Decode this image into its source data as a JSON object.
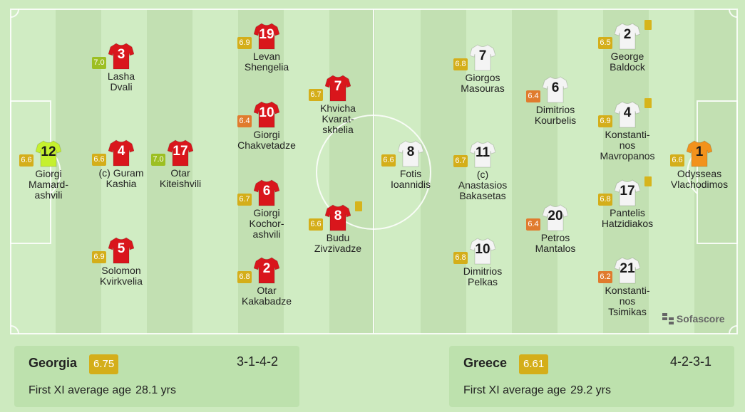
{
  "colors": {
    "georgia_shirt": "#d9161c",
    "georgia_gk_shirt": "#c5f02e",
    "greece_shirt": "#f4f4f4",
    "greece_gk_shirt": "#f2921c",
    "rating_green": "#9cbf22",
    "rating_yellow": "#d4ae1a",
    "rating_orange": "#e07b2e",
    "card_yellow": "#d6b41c"
  },
  "brand": {
    "name": "Sofascore",
    "icon": "sofascore-logo-icon"
  },
  "home": {
    "team": "Georgia",
    "rating": "6.75",
    "formation": "3-1-4-2",
    "age_label": "First XI average age",
    "age_value": "28.1 yrs",
    "players": [
      {
        "number": "12",
        "rating": "6.6",
        "rating_color": "yellow",
        "name": "Giorgi\nMamard-\nashvili",
        "goalkeeper": true,
        "card": false
      },
      {
        "number": "3",
        "rating": "7.0",
        "rating_color": "green",
        "name": "Lasha\nDvali",
        "card": false
      },
      {
        "number": "4",
        "rating": "6.6",
        "rating_color": "yellow",
        "name": "(c) Guram\nKashia",
        "card": false
      },
      {
        "number": "5",
        "rating": "6.9",
        "rating_color": "yellow",
        "name": "Solomon\nKvirkvelia",
        "card": false
      },
      {
        "number": "17",
        "rating": "7.0",
        "rating_color": "green",
        "name": "Otar\nKiteishvili",
        "card": false
      },
      {
        "number": "19",
        "rating": "6.9",
        "rating_color": "yellow",
        "name": "Levan\nShengelia",
        "card": false
      },
      {
        "number": "10",
        "rating": "6.4",
        "rating_color": "orange",
        "name": "Giorgi\nChakvetadze",
        "card": false
      },
      {
        "number": "6",
        "rating": "6.7",
        "rating_color": "yellow",
        "name": "Giorgi\nKochor-\nashvili",
        "card": false
      },
      {
        "number": "2",
        "rating": "6.8",
        "rating_color": "yellow",
        "name": "Otar\nKakabadze",
        "card": false
      },
      {
        "number": "7",
        "rating": "6.7",
        "rating_color": "yellow",
        "name": "Khvicha\nKvarat-\nskhelia",
        "card": false
      },
      {
        "number": "8",
        "rating": "6.6",
        "rating_color": "yellow",
        "name": "Budu\nZivzivadze",
        "card": true
      }
    ]
  },
  "away": {
    "team": "Greece",
    "rating": "6.61",
    "formation": "4-2-3-1",
    "age_label": "First XI average age",
    "age_value": "29.2 yrs",
    "players": [
      {
        "number": "8",
        "rating": "6.6",
        "rating_color": "yellow",
        "name": "Fotis\nIoannidis",
        "card": false
      },
      {
        "number": "7",
        "rating": "6.8",
        "rating_color": "yellow",
        "name": "Giorgos\nMasouras",
        "card": false
      },
      {
        "number": "11",
        "rating": "6.7",
        "rating_color": "yellow",
        "name": "(c)\nAnastasios\nBakasetas",
        "card": false
      },
      {
        "number": "10",
        "rating": "6.8",
        "rating_color": "yellow",
        "name": "Dimitrios\nPelkas",
        "card": false
      },
      {
        "number": "6",
        "rating": "6.4",
        "rating_color": "orange",
        "name": "Dimitrios\nKourbelis",
        "card": false
      },
      {
        "number": "20",
        "rating": "6.4",
        "rating_color": "orange",
        "name": "Petros\nMantalos",
        "card": false
      },
      {
        "number": "2",
        "rating": "6.5",
        "rating_color": "yellow",
        "name": "George\nBaldock",
        "card": true
      },
      {
        "number": "4",
        "rating": "6.9",
        "rating_color": "yellow",
        "name": "Konstanti-\nnos\nMavropanos",
        "card": true
      },
      {
        "number": "17",
        "rating": "6.8",
        "rating_color": "yellow",
        "name": "Pantelis\nHatzidiakos",
        "card": true
      },
      {
        "number": "21",
        "rating": "6.2",
        "rating_color": "orange",
        "name": "Konstanti-\nnos\nTsimikas",
        "card": false
      },
      {
        "number": "1",
        "rating": "6.6",
        "rating_color": "yellow",
        "name": "Odysseas\nVlachodimos",
        "goalkeeper": true,
        "card": false
      }
    ]
  }
}
